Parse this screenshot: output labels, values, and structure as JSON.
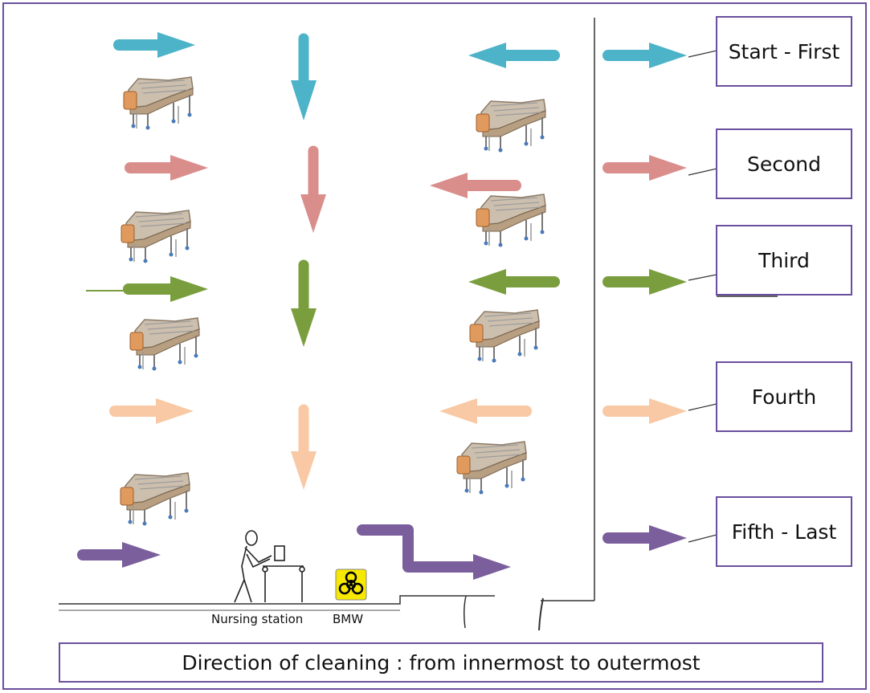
{
  "colors": {
    "first": "#4cb3c9",
    "second": "#d98e8c",
    "third": "#7a9e3e",
    "fourth": "#f8c9a4",
    "fifth": "#7b5e9c",
    "border": "#6b4f9e",
    "bmw_bg": "#f6e800"
  },
  "legend": {
    "first": "Start - First",
    "second": "Second",
    "third": "Third",
    "fourth": "Fourth",
    "fifth": "Fifth - Last"
  },
  "labels": {
    "nursing_station": "Nursing station",
    "bmw": "BMW"
  },
  "caption": "Direction of cleaning : from innermost to outermost",
  "icons": [
    "hospital-bed-icon",
    "person-icon",
    "biohazard-icon"
  ]
}
